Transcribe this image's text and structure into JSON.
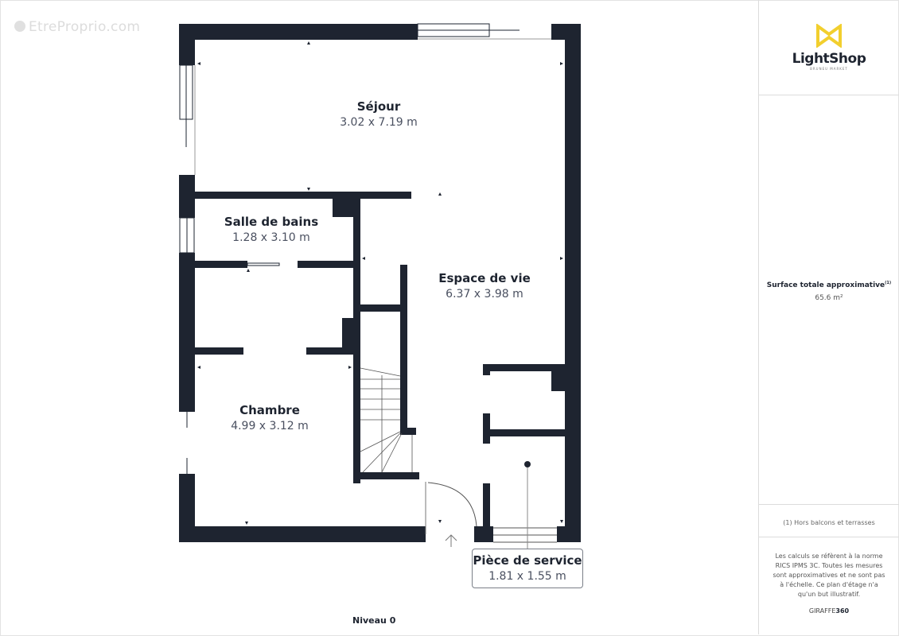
{
  "watermark": {
    "text": "EtreProprio.com"
  },
  "plan": {
    "level_label": "Niveau 0",
    "wall_color": "#1e2430",
    "rooms": [
      {
        "name": "Séjour",
        "dimensions": "3.02 x 7.19 m"
      },
      {
        "name": "Salle de bains",
        "dimensions": "1.28 x 3.10 m"
      },
      {
        "name": "Espace de vie",
        "dimensions": "6.37 x 3.98 m"
      },
      {
        "name": "Chambre",
        "dimensions": "4.99 x 3.12 m"
      },
      {
        "name": "Pièce de service",
        "dimensions": "1.81 x 1.55 m"
      }
    ]
  },
  "sidebar": {
    "logo": {
      "name": "LightShop",
      "tagline": "BRUNEU MARKET",
      "accent": "#f2cf2e"
    },
    "surface": {
      "title": "Surface totale approximative",
      "footnote_marker": "(1)",
      "value": "65.6 m²"
    },
    "footnote": "(1) Hors balcons et terrasses",
    "disclaimer": "Les calculs se réfèrent à la norme RICS IPMS 3C. Toutes les mesures sont approximatives et ne sont pas à l'échelle. Ce plan d'étage n'a qu'un but illustratif.",
    "brand": {
      "prefix": "GIRAFFE",
      "suffix": "360"
    }
  }
}
